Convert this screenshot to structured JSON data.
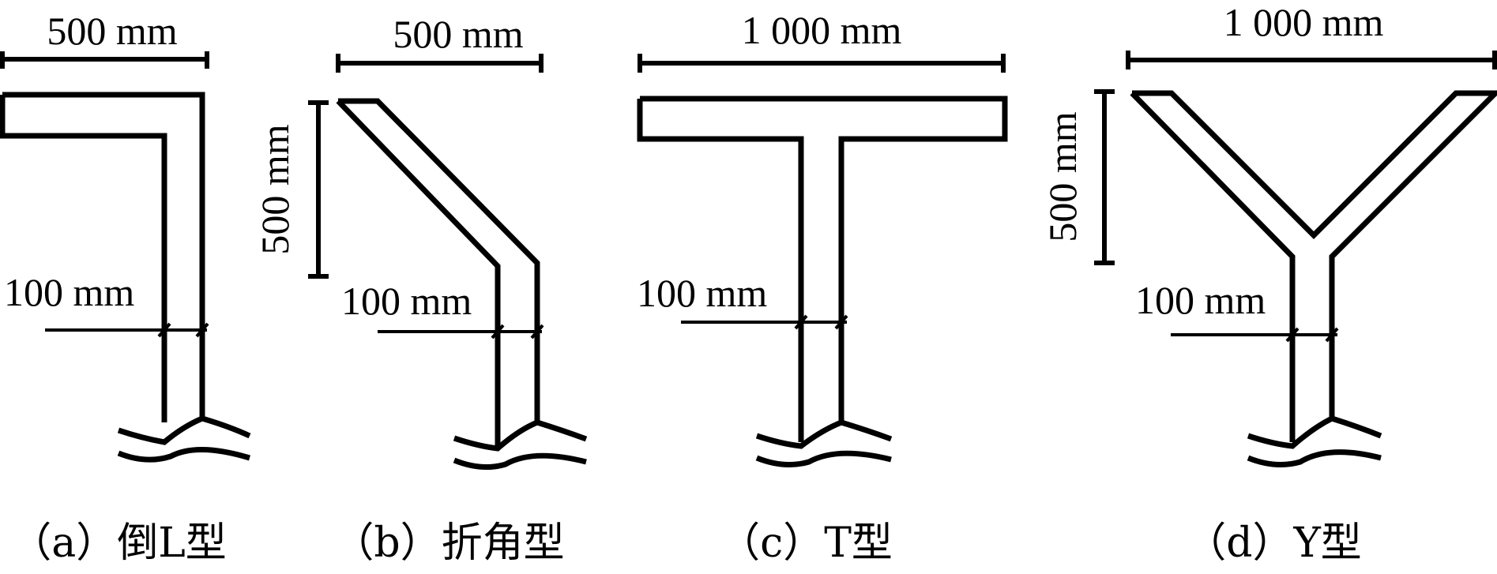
{
  "panels": [
    {
      "caption": "（a）倒L型",
      "width_label": "500 mm",
      "thickness_label": "100 mm"
    },
    {
      "caption": "（b）折角型",
      "width_label": "500 mm",
      "height_label": "500 mm",
      "thickness_label": "100 mm"
    },
    {
      "caption": "（c）T型",
      "width_label": "1 000 mm",
      "thickness_label": "100 mm"
    },
    {
      "caption": "（d）Y型",
      "width_label": "1 000 mm",
      "height_label": "500 mm",
      "thickness_label": "100 mm"
    }
  ],
  "colors": {
    "stroke": "#000000",
    "background": "#ffffff"
  }
}
